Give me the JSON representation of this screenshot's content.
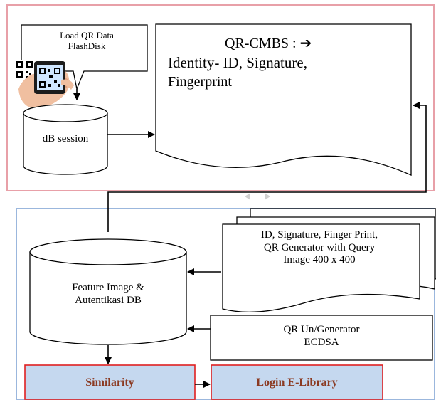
{
  "top_panel": {
    "load_note": {
      "line1": "Load QR Data",
      "line2": "FlashDisk"
    },
    "db_session": "dB session",
    "qr_cmbs": {
      "line1": "QR-CMBS : ➔",
      "line2": "Identity- ID, Signature,",
      "line3": "Fingerprint"
    }
  },
  "bottom_panel": {
    "feature_db": {
      "line1": "Feature Image &",
      "line2": "Autentikasi DB"
    },
    "id_doc": {
      "line1": "ID, Signature, Finger Print,",
      "line2": "QR Generator with  Query",
      "line3": "Image  400 x 400"
    },
    "qr_gen": {
      "line1": "QR Un/Generator",
      "line2": "ECDSA"
    },
    "similarity": "Similarity",
    "login": "Login E-Library"
  },
  "colors": {
    "top_border": "#e8a0a8",
    "bottom_border": "#9bb7dd",
    "result_fill": "#c5d8ef",
    "result_border": "#e02020",
    "result_text": "#8b3a22"
  }
}
